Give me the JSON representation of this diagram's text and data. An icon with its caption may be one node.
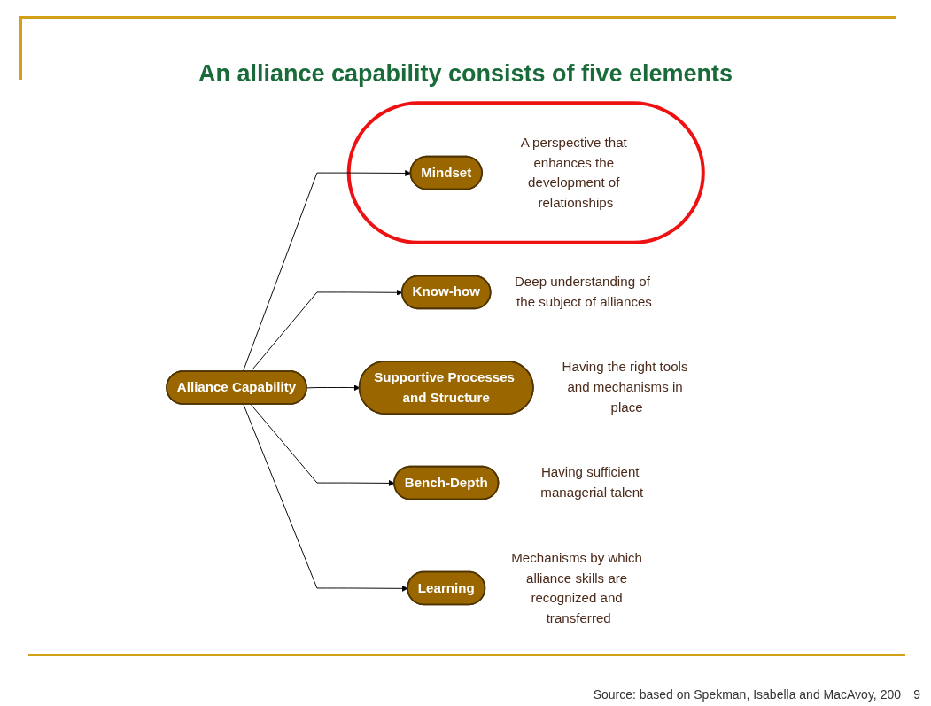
{
  "diagram": {
    "title": "An alliance capability consists of five elements",
    "caption": "Source: based on Spekman, Isabella and MacAvoy, 200",
    "nodes": [
      {
        "text": [
          "Alliance Capability"
        ]
      },
      {
        "text": [
          "Know-how"
        ],
        "beside": [
          "Deep understanding of the subject of alliances"
        ]
      },
      {
        "text": [
          "Supportive Processes and Structure"
        ],
        "beside": [
          "Having the right tools and mechanisms in place"
        ]
      },
      {
        "text": [],
        "shape": "ellipse"
      },
      {
        "text": [
          "Mindset"
        ],
        "in": 3,
        "beside": [
          "A perspective that enhances the development of relationships"
        ]
      },
      {
        "text": [
          "Bench-Depth"
        ],
        "beside": [
          "Having sufficient managerial talent"
        ]
      },
      {
        "text": [
          "Learning"
        ],
        "beside": [
          "Mechanisms by which alliance skills are recognized and transferred"
        ]
      }
    ],
    "edges": [
      {
        "from": 0,
        "to": 1,
        "arrow": "to"
      },
      {
        "from": 0,
        "to": 2,
        "arrow": "to"
      },
      {
        "from": 0,
        "to": 4,
        "arrow": "to"
      },
      {
        "from": 0,
        "to": 5,
        "arrow": "to"
      },
      {
        "from": 0,
        "to": 6,
        "arrow": "to"
      }
    ],
    "labels": [
      "9"
    ]
  }
}
